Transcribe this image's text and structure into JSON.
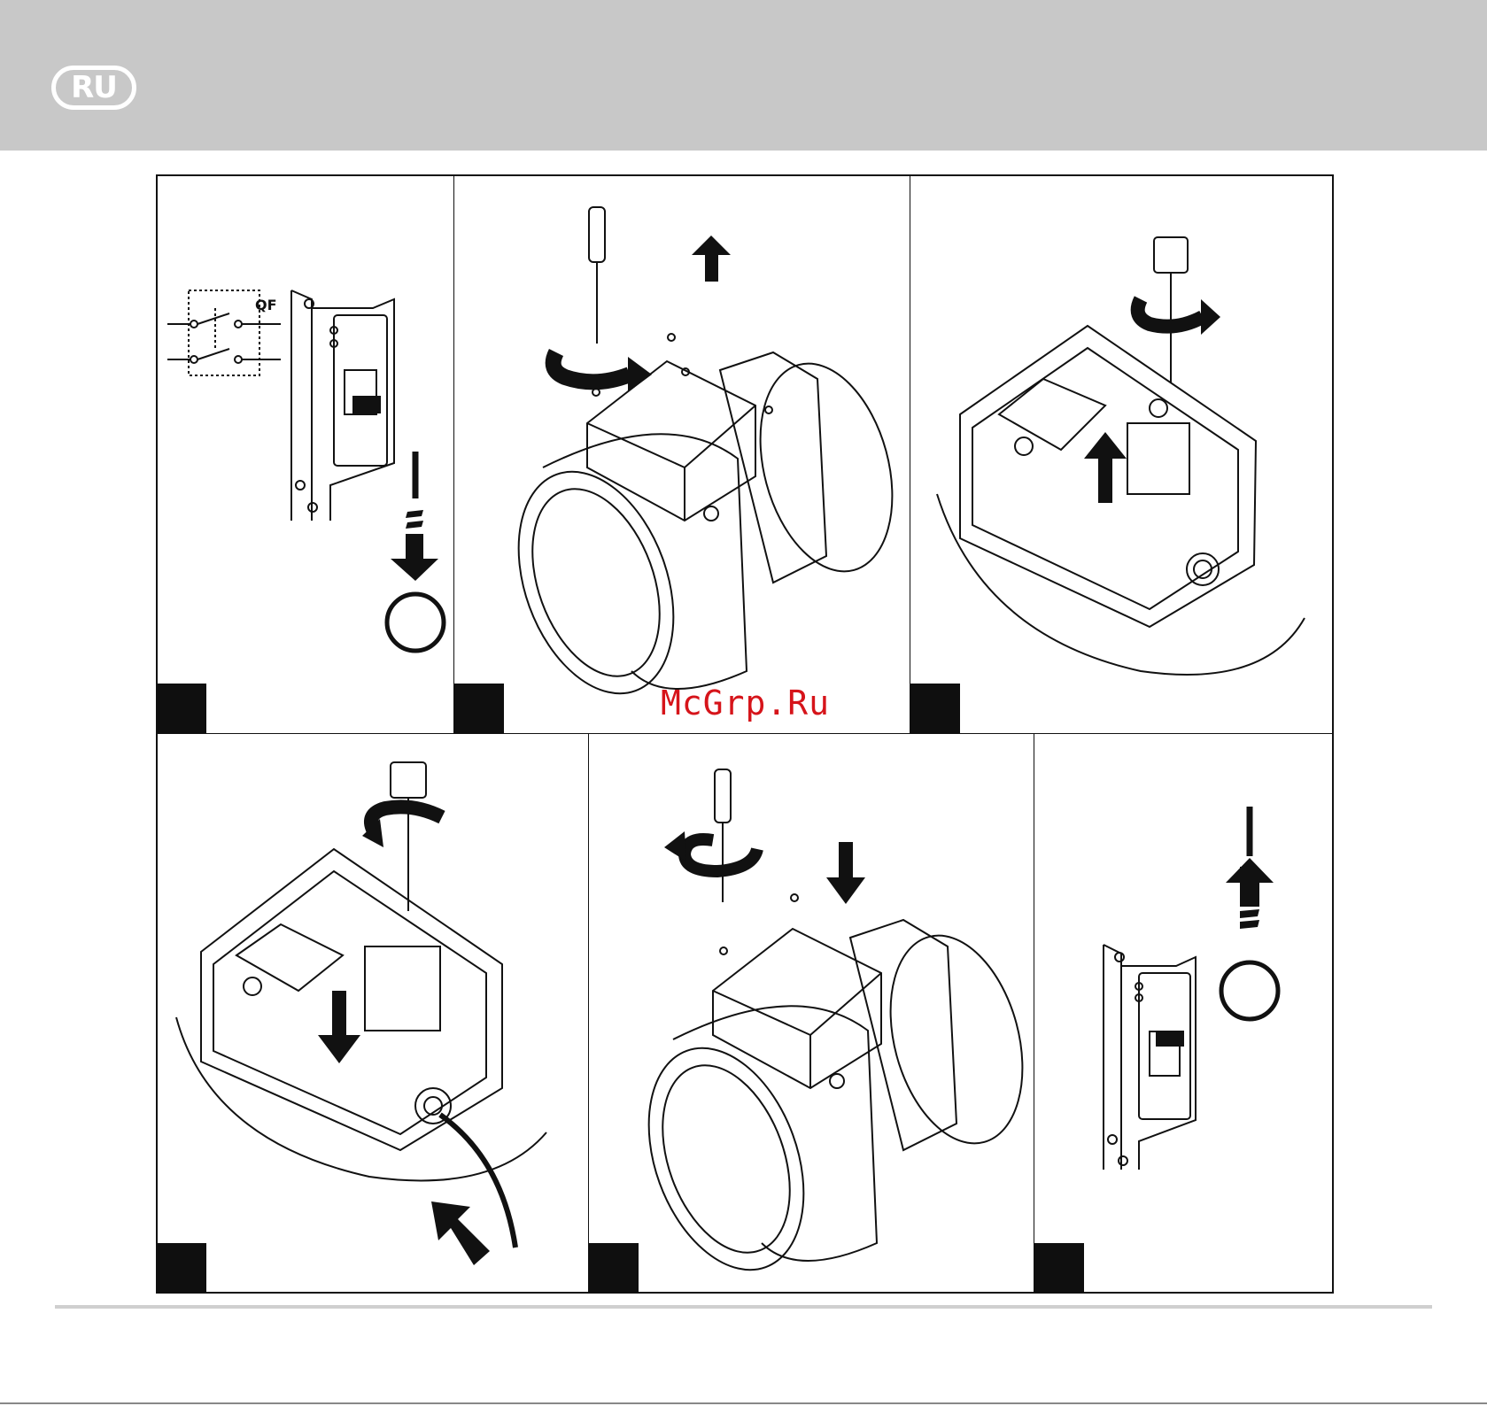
{
  "header": {
    "language_code": "RU",
    "band_color": "#c8c8c8"
  },
  "watermark": {
    "text": "McGrp.Ru",
    "color": "#d6141a"
  },
  "breaker": {
    "label": "QF",
    "on_symbol": "I",
    "off_symbol": "O"
  },
  "panels": [
    {
      "id": "p1",
      "illustration": "circuit-breaker-off-icon"
    },
    {
      "id": "p2",
      "illustration": "unscrew-cover-icon"
    },
    {
      "id": "p3",
      "illustration": "terminal-block-open-icon"
    },
    {
      "id": "p4",
      "illustration": "wire-connection-icon"
    },
    {
      "id": "p5",
      "illustration": "screw-cover-back-icon"
    },
    {
      "id": "p6",
      "illustration": "circuit-breaker-on-icon"
    }
  ]
}
